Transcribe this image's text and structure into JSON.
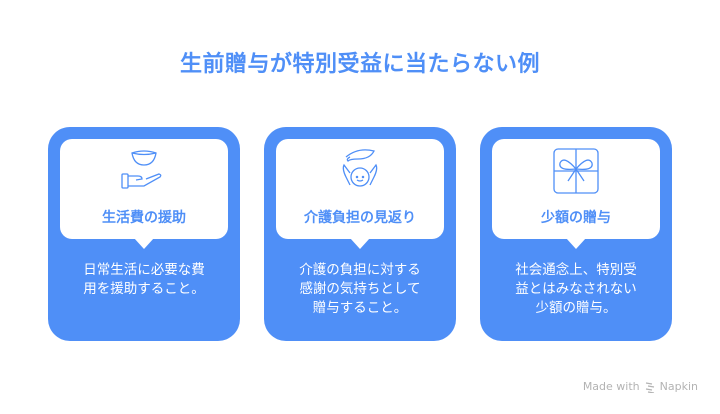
{
  "title": "生前贈与が特別受益に当たらない例",
  "colors": {
    "accent": "#4f8ff7",
    "panel": "#ffffff",
    "footer_text": "#b3b3b3"
  },
  "cards": [
    {
      "label": "生活費の援助",
      "icon": "hand-holding-bowl-icon",
      "description": "日常生活に必要な費\n用を援助すること。"
    },
    {
      "label": "介護負担の見返り",
      "icon": "hand-over-person-icon",
      "description": "介護の負担に対する\n感謝の気持ちとして\n贈与すること。"
    },
    {
      "label": "少額の贈与",
      "icon": "gift-box-icon",
      "description": "社会通念上、特別受\n益とはみなされない\n少額の贈与。"
    }
  ],
  "footer": {
    "made_with": "Made with",
    "brand": "Napkin",
    "icon": "napkin-logo-icon"
  }
}
